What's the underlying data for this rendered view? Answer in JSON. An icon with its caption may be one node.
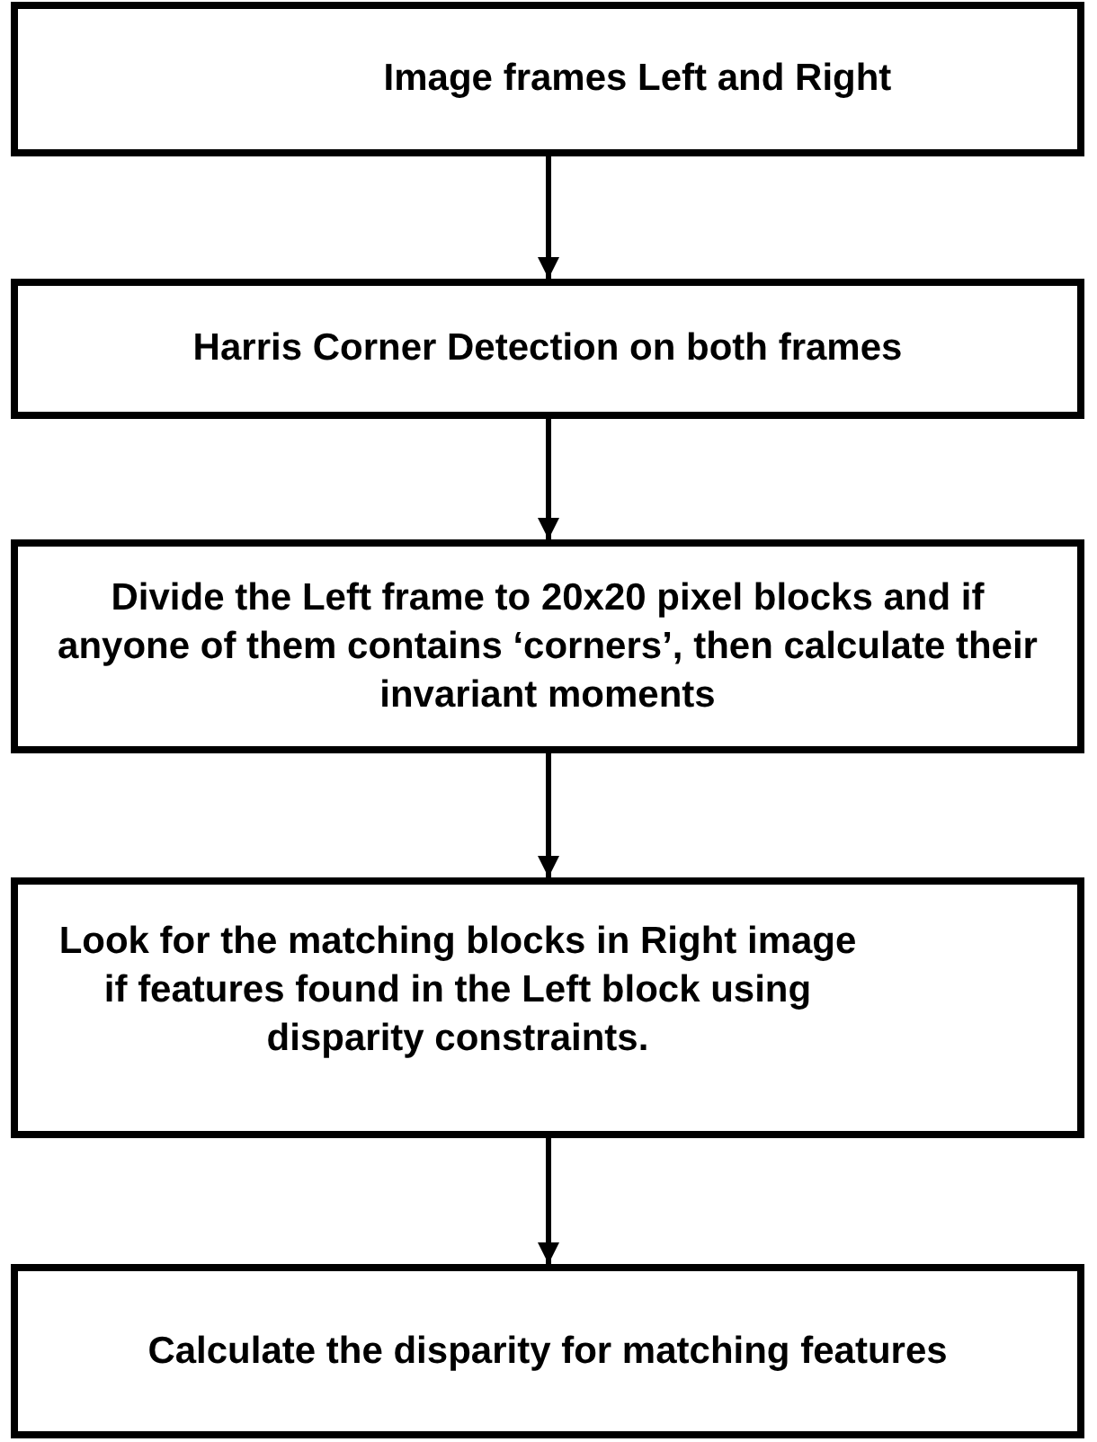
{
  "diagram": {
    "nodes": [
      {
        "text": [
          "Image frames Left and Right"
        ]
      },
      {
        "text": [
          "Harris Corner Detection on both frames"
        ]
      },
      {
        "text": [
          "Divide the Left frame to 20x20 pixel blocks and if anyone of them contains ‘corners’, then calculate their invariant moments"
        ]
      },
      {
        "text": [
          "Look for the matching blocks in Right image if features found in the Left block using disparity constraints."
        ]
      },
      {
        "text": [
          "Calculate the disparity for matching features"
        ]
      }
    ],
    "edges": [
      {
        "from": 0,
        "to": 1,
        "arrow": "to"
      },
      {
        "from": 1,
        "to": 2,
        "arrow": "to"
      },
      {
        "from": 2,
        "to": 3,
        "arrow": "to"
      },
      {
        "from": 3,
        "to": 4,
        "arrow": "to"
      }
    ]
  }
}
